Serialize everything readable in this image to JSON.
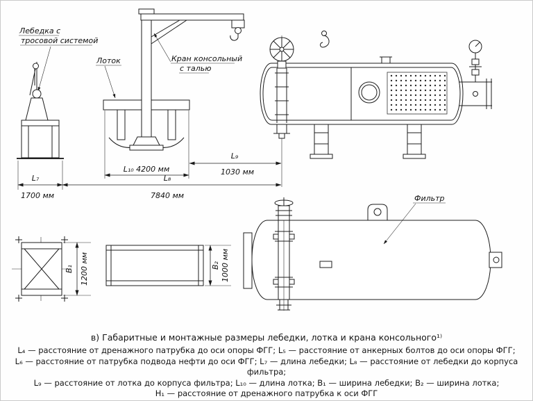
{
  "callouts": {
    "winch_line1": "Лебедка с",
    "winch_line2": "тросовой системой",
    "tray": "Лоток",
    "crane_line1": "Кран консольный",
    "crane_line2": "с талью",
    "filter": "Фильтр"
  },
  "dims": {
    "l7": "L₇",
    "l7_mm": "1700 мм",
    "l8": "L₈",
    "l8_mm": "7840 мм",
    "l9": "L₉",
    "l9_mm": "1030 мм",
    "l10_full": "L₁₀ 4200 мм",
    "b1": "B₁",
    "b1_mm": "1200 мм",
    "b2": "B₂",
    "b2_mm": "1000 мм"
  },
  "caption": "в) Габаритные и монтажные размеры лебедки, лотка и крана консольного¹⁾",
  "legend": [
    "L₄ — расстояние от дренажного патрубка до оси опоры ФГГ; L₅ — расстояние от анкерных болтов до оси опоры ФГГ;",
    "L₆ — расстояние от патрубка подвода нефти до оси ФГГ; L₇ — длина лебедки; L₈ — расстояние от лебедки до корпуса фильтра;",
    "L₉ — расстояние от лотка до корпуса фильтра; L₁₀ — длина лотка; B₁ — ширина лебедки; B₂ — ширина лотка;",
    "H₁ — расстояние от дренажного патрубка к оси ФГГ"
  ]
}
